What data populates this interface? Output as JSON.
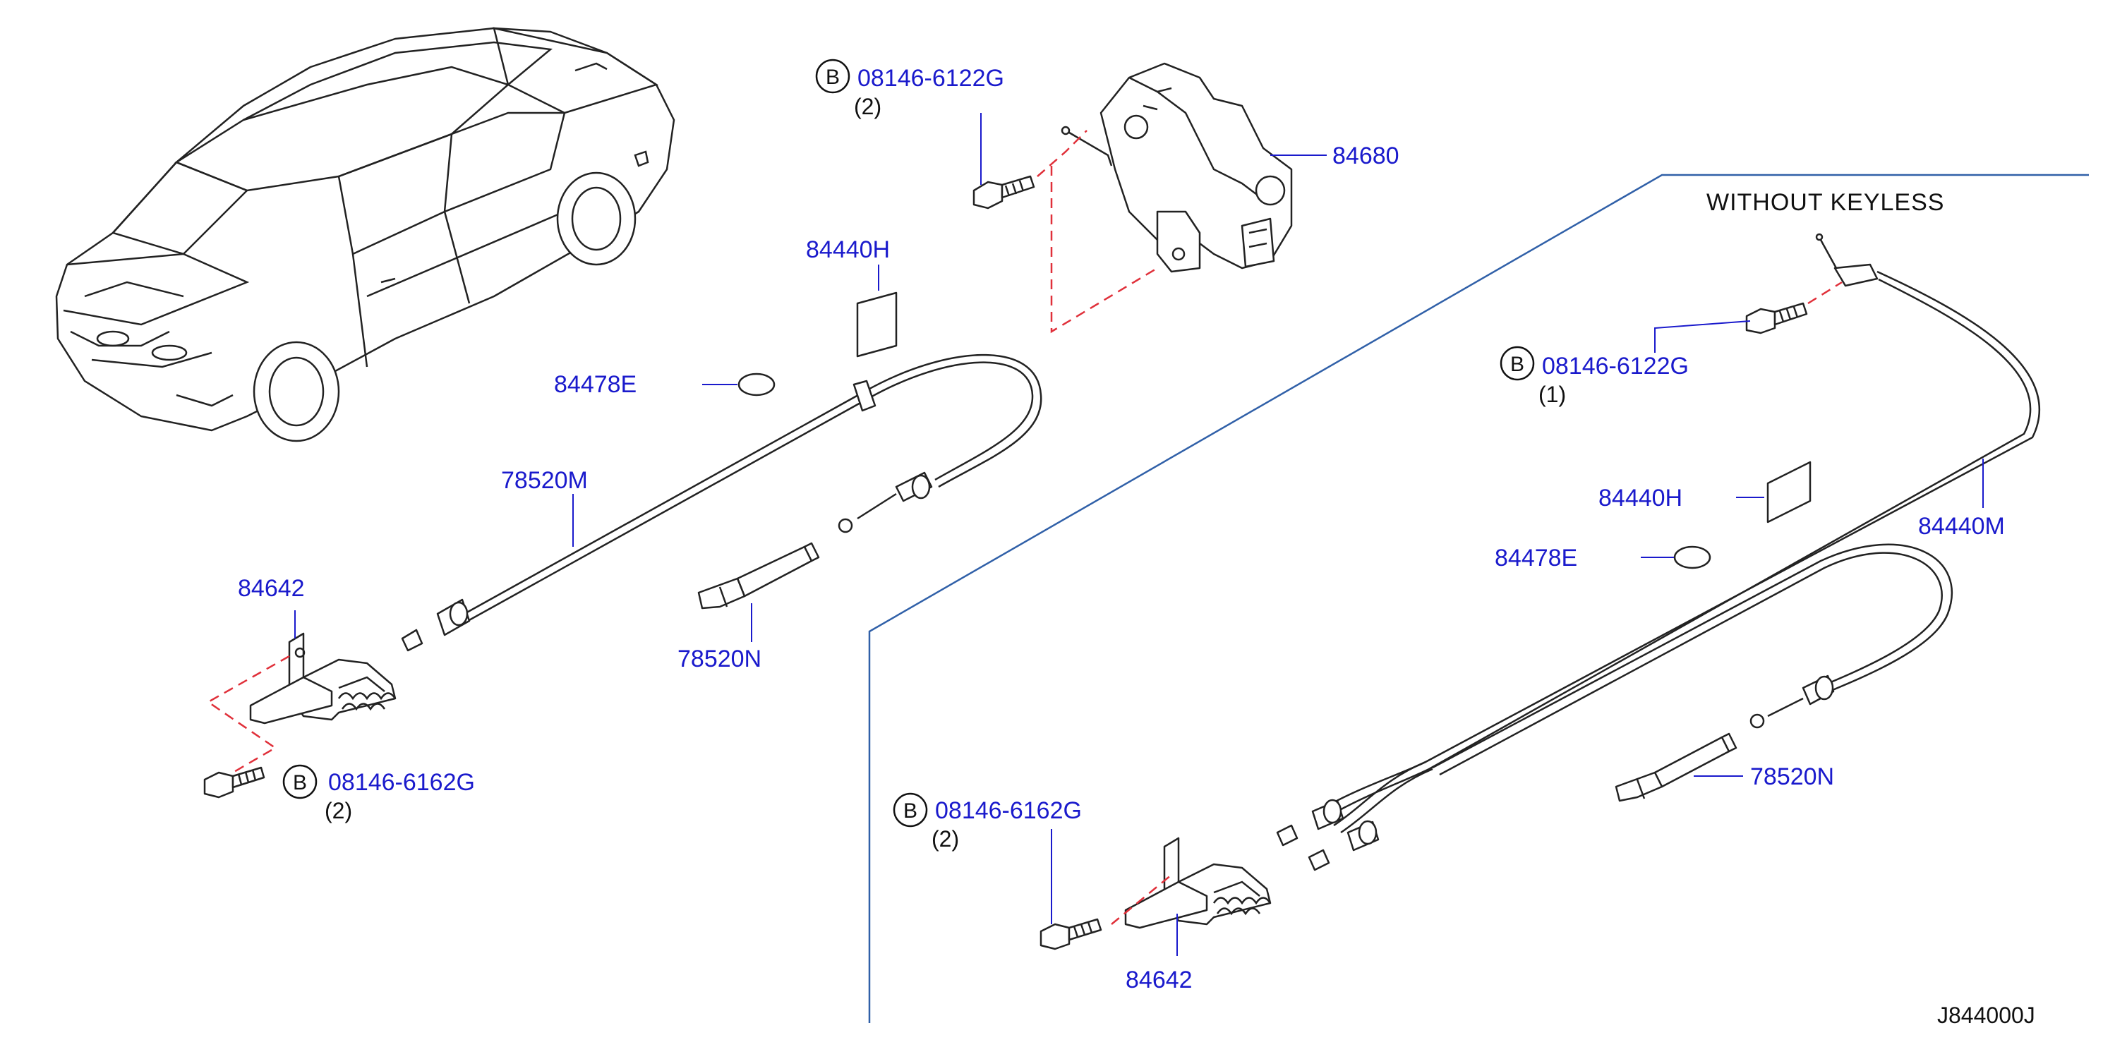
{
  "section_label": "WITHOUT  KEYLESS",
  "reference_code": "J844000J",
  "bolt_marker": "B",
  "callouts": {
    "bolt_top_number": "08146-6122G",
    "bolt_top_qty": "(2)",
    "trunk_lock_actuator": "84680",
    "label_left": "84440H",
    "seal_left": "84478E",
    "cable_left": "78520M",
    "striker_left": "84642",
    "bolt_bottom_left_number": "08146-6162G",
    "bolt_bottom_left_qty": "(2)",
    "handle_left": "78520N",
    "bolt_right_number": "08146-6122G",
    "bolt_right_qty": "(1)",
    "label_right": "84440H",
    "seal_right": "84478E",
    "cable_right": "84440M",
    "bolt_bottom_right_number": "08146-6162G",
    "bolt_bottom_right_qty": "(2)",
    "handle_right": "78520N",
    "striker_right": "84642"
  }
}
